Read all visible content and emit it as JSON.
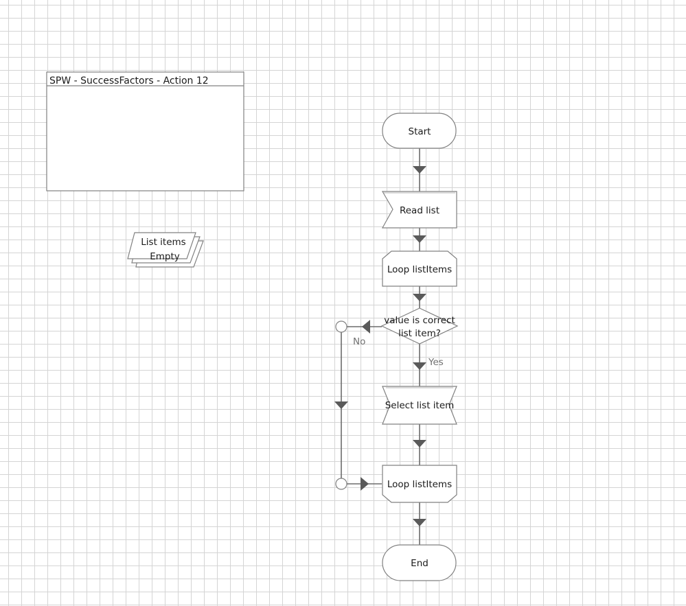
{
  "process_box": {
    "title": "SPW - SuccessFactors - Action 12"
  },
  "data_object": {
    "line1": "List items",
    "line2": "Empty"
  },
  "nodes": {
    "start": "Start",
    "read_list": "Read list",
    "loop_start": "Loop listItems",
    "decision_line1": "value is correct",
    "decision_line2": "list item?",
    "select_item": "Select list item",
    "loop_end": "Loop listItems",
    "end": "End"
  },
  "edges": {
    "yes": "Yes",
    "no": "No"
  },
  "colors": {
    "grid": "#d4d4d4",
    "stroke": "#808080",
    "flow": "#6b6b6b",
    "arrow": "#5a5a5a",
    "edge_label": "#707070"
  }
}
